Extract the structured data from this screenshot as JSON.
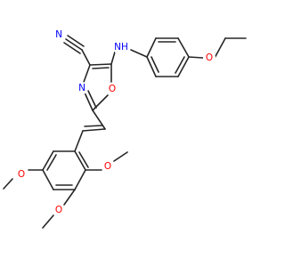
{
  "atoms": [
    {
      "id": "n_cn",
      "label": "N",
      "color": "#0000ff"
    },
    {
      "id": "nh",
      "label": "NH",
      "color": "#0000ff"
    },
    {
      "id": "o_eth",
      "label": "O",
      "color": "#ff0000"
    },
    {
      "id": "n_ring",
      "label": "N",
      "color": "#0000ff"
    },
    {
      "id": "o_ring",
      "label": "O",
      "color": "#ff0000"
    },
    {
      "id": "o_m1",
      "label": "O",
      "color": "#ff0000"
    },
    {
      "id": "o_m2",
      "label": "O",
      "color": "#ff0000"
    },
    {
      "id": "o_m3",
      "label": "O",
      "color": "#ff0000"
    }
  ],
  "colors": {
    "bond": "#262626",
    "nitrogen": "#0000ff",
    "oxygen": "#ff0000",
    "hydrogen": "#808080",
    "background": "#ffffff"
  }
}
